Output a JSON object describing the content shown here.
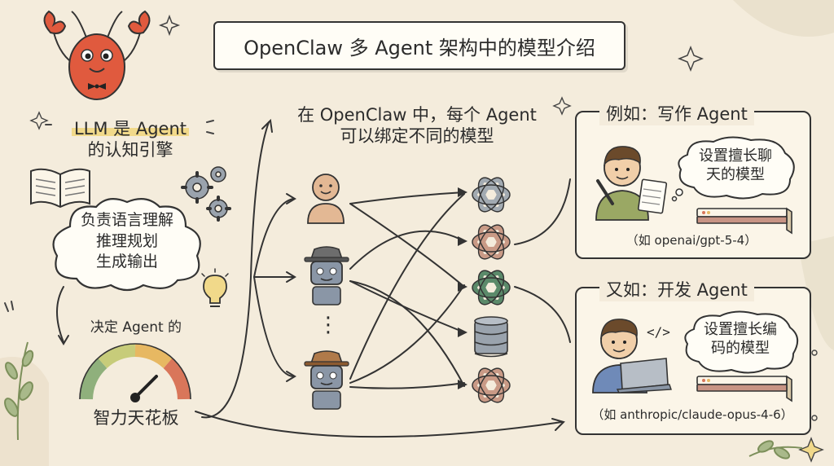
{
  "title": "OpenClaw 多 Agent 架构中的模型介绍",
  "left": {
    "heading_line1": "LLM 是 Agent",
    "heading_line2": "的认知引擎",
    "cloud_line1": "负责语言理解",
    "cloud_line2": "推理规划",
    "cloud_line3": "生成输出",
    "decides": "决定 Agent 的",
    "gauge_label": "智力天花板"
  },
  "middle": {
    "heading_line1": "在 OpenClaw 中，每个 Agent",
    "heading_line2": "可以绑定不同的模型",
    "ellipsis": "⋮"
  },
  "examples": [
    {
      "title": "例如：写作 Agent",
      "bubble_line1": "设置擅长聊",
      "bubble_line2": "天的模型",
      "model": "（如 openai/gpt-5-4）"
    },
    {
      "title": "又如：开发 Agent",
      "bubble_line1": "设置擅长编",
      "bubble_line2": "码的模型",
      "model": "（如 anthropic/claude-opus-4-6）"
    }
  ],
  "code_symbol": "</>",
  "colors": {
    "background": "#f4ecdc",
    "highlight": "#f1d98a",
    "lobster": "#e05a3e",
    "agent_gray": "#8a96a6",
    "model_green": "#5b8a6a",
    "model_gray": "#9aa3ad",
    "model_pink": "#c99a86"
  }
}
